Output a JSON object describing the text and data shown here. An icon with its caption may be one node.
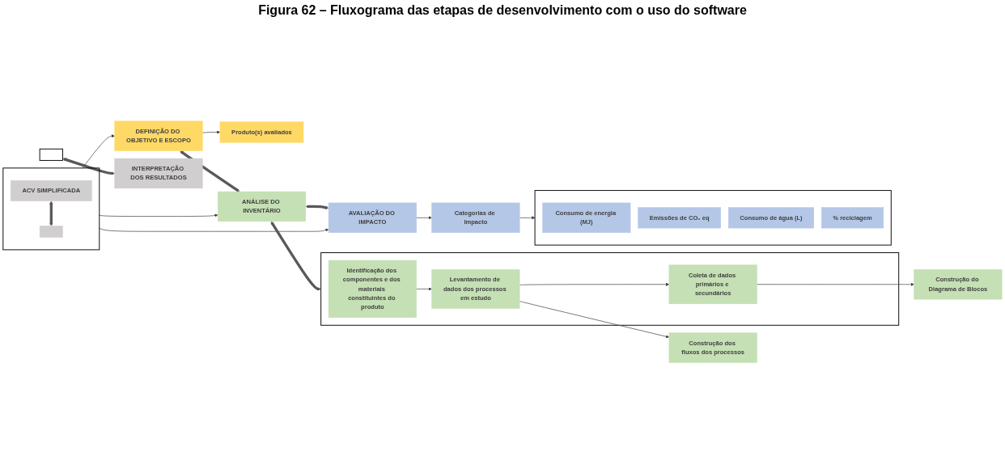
{
  "diagram": {
    "title": "Figura 62 – Fluxograma das etapas de desenvolvimento com o uso do software",
    "nodes": [
      {
        "text": [],
        "shape": "bracket"
      },
      {
        "text": [
          "ACV SIMPLIFICADA"
        ],
        "in": 0
      },
      {
        "text": [],
        "shape": "box",
        "in": 0
      },
      {
        "text": [
          "DEFINIÇÃO DO OBJETIVO E ESCOPO"
        ]
      },
      {
        "text": [
          "Produto(s) avaliados"
        ]
      },
      {
        "text": [
          "ANÁLISE DO INVENTÁRIO"
        ]
      },
      {
        "text": [],
        "shape": "bracket"
      },
      {
        "text": [
          "Identificação dos componentes e dos materiais constituintes do produto"
        ],
        "in": 6
      },
      {
        "text": [
          "Levantamento de dados dos processos em estudo"
        ],
        "in": 6
      },
      {
        "text": [
          "Coleta de dados primários e secundários"
        ],
        "in": 6
      },
      {
        "text": [
          "Construção dos fluxos dos processos"
        ]
      },
      {
        "text": [
          "Construção do Diagrama de Blocos"
        ]
      },
      {
        "text": [],
        "shape": "bracket"
      },
      {
        "text": [
          "INTERPRETAÇÃO DOS RESULTADOS"
        ]
      },
      {
        "text": [
          "AVALIAÇÃO DO IMPACTO"
        ]
      },
      {
        "text": [
          "Categorias de Impacto"
        ]
      },
      {
        "text": [],
        "shape": "bracket"
      },
      {
        "text": [
          "Consumo de energia (MJ)"
        ],
        "in": 16
      },
      {
        "text": [
          "Emissões de CO₂ eq"
        ],
        "in": 16
      },
      {
        "text": [
          "Consumo de água (L)"
        ],
        "in": 16
      },
      {
        "text": [
          "% reciclagem"
        ],
        "in": 16
      }
    ],
    "edges": [
      {
        "from": 1,
        "to": 2,
        "arrow": "both",
        "style": "thick",
        "color": "#595959"
      },
      {
        "from": 0,
        "to": 3,
        "arrow": "to"
      },
      {
        "from": 0,
        "to": 5,
        "arrow": "to"
      },
      {
        "from": 0,
        "to": 14,
        "arrow": "to"
      },
      {
        "from": 3,
        "to": 4,
        "arrow": "to"
      },
      {
        "from": 3,
        "to": 5,
        "arrow": "both",
        "style": "thick",
        "color": "#595959"
      },
      {
        "from": 5,
        "to": 14,
        "arrow": "both",
        "style": "thick",
        "color": "#595959"
      },
      {
        "from": 5,
        "to": 6,
        "arrow": "both",
        "style": "thick",
        "color": "#595959"
      },
      {
        "from": 7,
        "to": 8,
        "arrow": "to"
      },
      {
        "from": 8,
        "to": 9,
        "arrow": "to"
      },
      {
        "from": 8,
        "to": 10,
        "arrow": "to"
      },
      {
        "from": 9,
        "to": 11,
        "arrow": "to"
      },
      {
        "from": 12,
        "to": 13,
        "arrow": "both",
        "style": "thick",
        "color": "#595959"
      },
      {
        "from": 14,
        "to": 15,
        "arrow": "to"
      },
      {
        "from": 15,
        "to": 16,
        "arrow": "to"
      }
    ]
  }
}
